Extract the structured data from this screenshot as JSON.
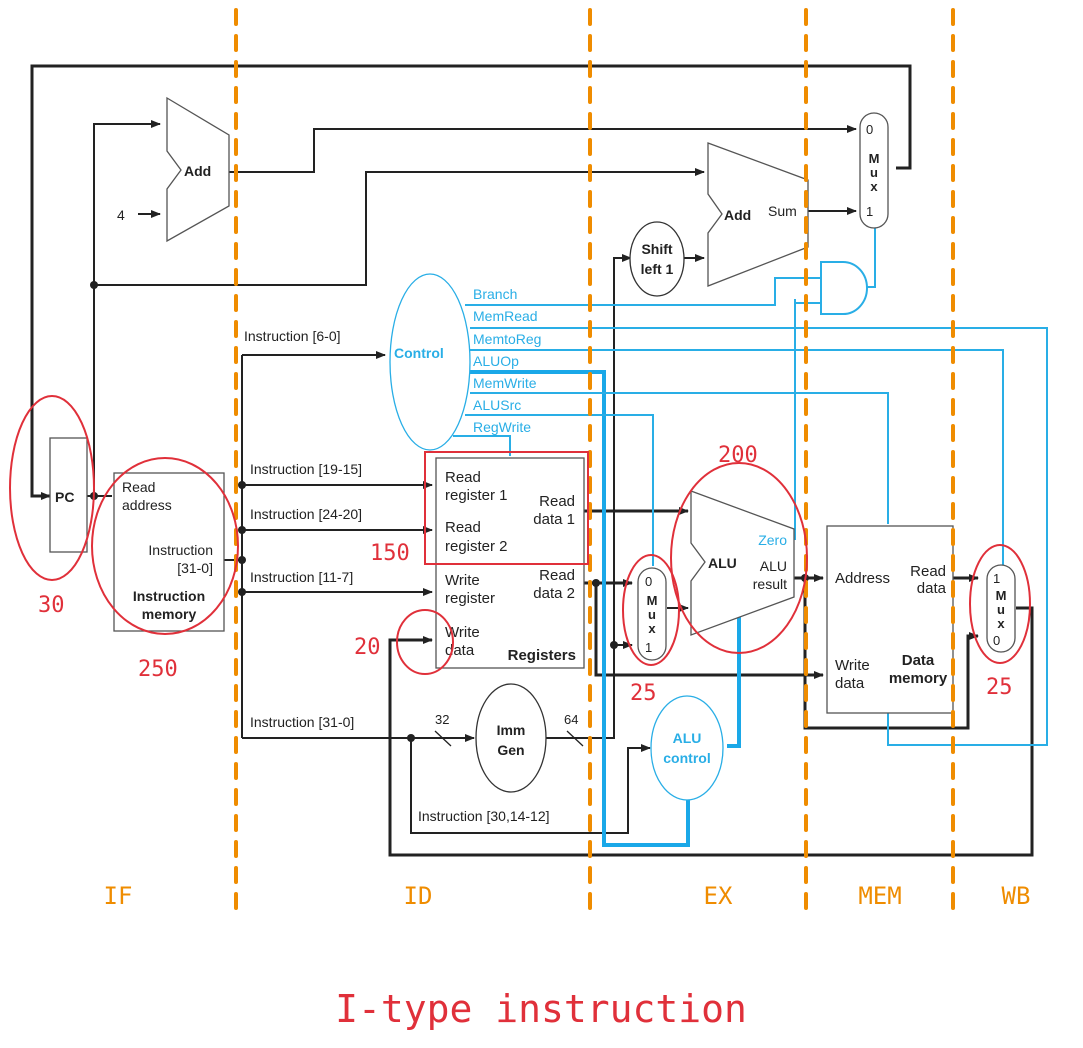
{
  "title": "I-type instruction",
  "stages": [
    "IF",
    "ID",
    "EX",
    "MEM",
    "WB"
  ],
  "components": {
    "pc": "PC",
    "pc_adder": "Add",
    "constant_four": "4",
    "instruction_memory": {
      "read_address_l1": "Read",
      "read_address_l2": "address",
      "instruction_out_l1": "Instruction",
      "instruction_out_l2": "[31-0]",
      "name_l1": "Instruction",
      "name_l2": "memory"
    },
    "control": "Control",
    "registers": {
      "read_reg1_l1": "Read",
      "read_reg1_l2": "register 1",
      "read_reg2_l1": "Read",
      "read_reg2_l2": "register 2",
      "write_reg_l1": "Write",
      "write_reg_l2": "register",
      "write_data_l1": "Write",
      "write_data_l2": "data",
      "read_data1_l1": "Read",
      "read_data1_l2": "data 1",
      "read_data2_l1": "Read",
      "read_data2_l2": "data 2",
      "name": "Registers"
    },
    "imm_gen_l1": "Imm",
    "imm_gen_l2": "Gen",
    "shift_left_l1": "Shift",
    "shift_left_l2": "left 1",
    "branch_adder": "Add",
    "branch_adder_out": "Sum",
    "alu": {
      "name": "ALU",
      "zero": "Zero",
      "result_l1": "ALU",
      "result_l2": "result"
    },
    "alu_control_l1": "ALU",
    "alu_control_l2": "control",
    "data_memory": {
      "address": "Address",
      "read_data_l1": "Read",
      "read_data_l2": "data",
      "write_data_l1": "Write",
      "write_data_l2": "data",
      "name_l1": "Data",
      "name_l2": "memory"
    },
    "mux_letters": [
      "M",
      "u",
      "x"
    ],
    "pc_mux_inputs": [
      "0",
      "1"
    ],
    "alu_mux_inputs": [
      "0",
      "1"
    ],
    "wb_mux_inputs": [
      "1",
      "0"
    ]
  },
  "control_signals": [
    "Branch",
    "MemRead",
    "MemtoReg",
    "ALUOp",
    "MemWrite",
    "ALUSrc",
    "RegWrite"
  ],
  "instruction_fields": {
    "opcode": "Instruction [6-0]",
    "rs1": "Instruction [19-15]",
    "rs2": "Instruction [24-20]",
    "rd": "Instruction [11-7]",
    "full": "Instruction [31-0]",
    "funct": "Instruction [30,14-12]"
  },
  "bus_widths": {
    "in": "32",
    "out": "64"
  },
  "latency_annotations": {
    "pc": "30",
    "instruction_memory": "250",
    "register_read": "150",
    "register_write": "20",
    "alu": "200",
    "alu_mux": "25",
    "wb_mux": "25"
  },
  "colors": {
    "stage_divider": "#ef8c00",
    "control_signal": "#29aee6",
    "annotation": "#e0303a",
    "wire": "#222222"
  }
}
